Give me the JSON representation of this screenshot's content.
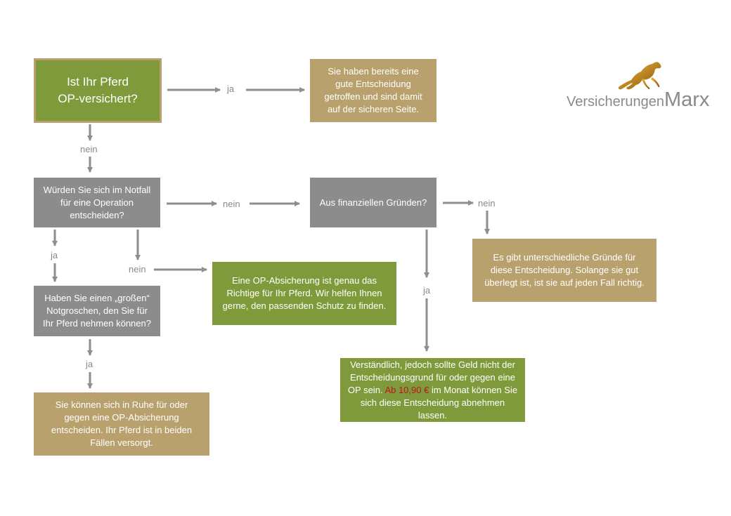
{
  "colors": {
    "green": "#7f9a3a",
    "gold": "#b8a16c",
    "gray": "#8c8c8c",
    "arrow": "#8e8e8e",
    "accent": "#c0141b"
  },
  "logo": {
    "word1": "Versicherungen",
    "word2": "Marx",
    "icon": "jumping-horse-icon"
  },
  "nodes": {
    "start": "Ist Ihr Pferd\nOP-versichert?",
    "already_insured": "Sie haben bereits eine\ngute  Entscheidung\ngetroffen und sind damit\nauf der sicheren Seite.",
    "surgery_question": "Würden Sie sich im Notfall\nfür eine Operation\nentscheiden?",
    "financial_question": "Aus finanziellen Gründen?",
    "various_reasons": "Es gibt unterschiedliche Gründe für\ndiese Entscheidung. Solange sie gut\nüberlegt ist, ist sie auf jeden Fall richtig.",
    "savings_question": "Haben Sie einen „großen“\nNotgroschen, den Sie für\nIhr Pferd nehmen können?",
    "coverage_recommendation": "Eine OP-Absicherung ist genau das\nRichtige für Ihr Pferd. Wir helfen Ihnen\ngerne, den passenden Schutz zu finden.",
    "calm_decision": "Sie können sich in Ruhe für oder\ngegen eine OP-Absicherung\nentscheiden. Ihr Pferd ist in beiden\nFällen versorgt.",
    "money_reason": {
      "before": "Verständlich, jedoch sollte Geld nicht der\nEntscheidungsgrund für oder gegen eine\nOP sein. ",
      "highlight": "Ab 10,90 €",
      "after": " im Monat können Sie\nsich diese Entscheidung abnehmen\nlassen."
    }
  },
  "edge_labels": {
    "start_yes": "ja",
    "start_no": "nein",
    "surgery_no": "nein",
    "financial_no": "nein",
    "surgery_yes": "ja",
    "surgery_no_2": "nein",
    "financial_yes": "ja",
    "savings_yes": "ja"
  }
}
